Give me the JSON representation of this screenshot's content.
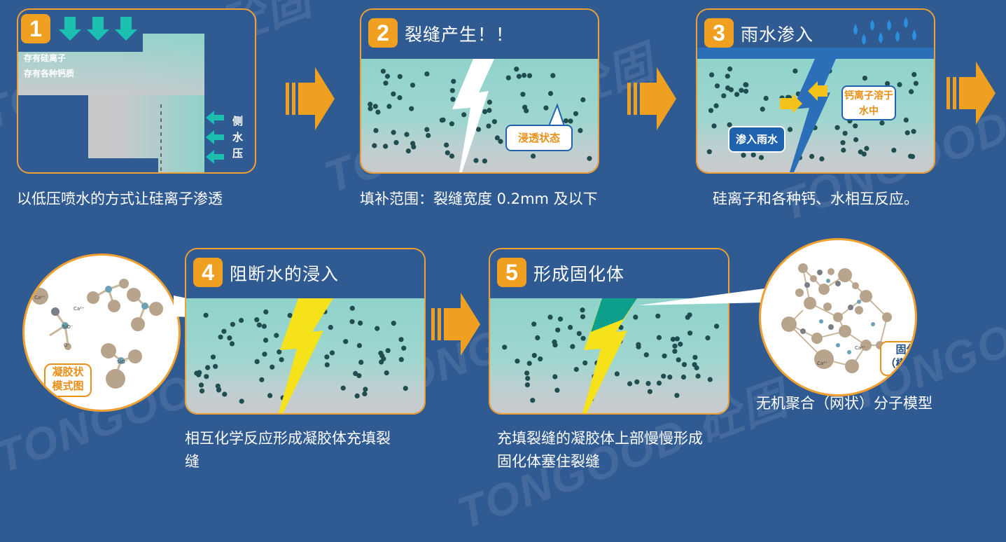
{
  "watermark": "TONGOOD 砼固",
  "steps": [
    {
      "num": "1",
      "title": "",
      "caption": "以低压喷水的方式让硅离子渗透",
      "labels": {
        "silicon": "存有硅离子",
        "calcium": "存有各种钙质",
        "side_pressure": [
          "侧",
          "水",
          "压"
        ]
      }
    },
    {
      "num": "2",
      "title": "裂缝产生！！",
      "caption": "填补范围：裂缝宽度 0.2mm 及以下",
      "bubble": "浸透状态"
    },
    {
      "num": "3",
      "title": "雨水渗入",
      "caption": "硅离子和各种钙、水相互反应。",
      "bubble_a": "钙离子溶于水中",
      "bubble_b": "渗入雨水"
    },
    {
      "num": "4",
      "title": "阻断水的浸入",
      "caption_lines": [
        "相互化学反应形成凝胶体充填裂",
        "缝"
      ]
    },
    {
      "num": "5",
      "title": "形成固化体",
      "caption_lines": [
        "充填裂缝的凝胶体上部慢慢形成",
        "固化体塞住裂缝"
      ]
    }
  ],
  "gel_model": {
    "tag_lines": [
      "凝胶状",
      "模式图"
    ],
    "ions": {
      "ca": "Ca²⁺",
      "sio": "SiO⁻",
      "o": "O⁻"
    }
  },
  "solid_model": {
    "tag_lines": [
      "固化体",
      "（模式图）"
    ],
    "caption": "无机聚合（网状）分子模型"
  },
  "colors": {
    "background": "#2f5a92",
    "frame": "#f0a030",
    "water": "#8fd3cb",
    "crack_yellow": "#f5e21a",
    "cap_green": "#0e9e8c",
    "particle": "#1f4d50"
  }
}
